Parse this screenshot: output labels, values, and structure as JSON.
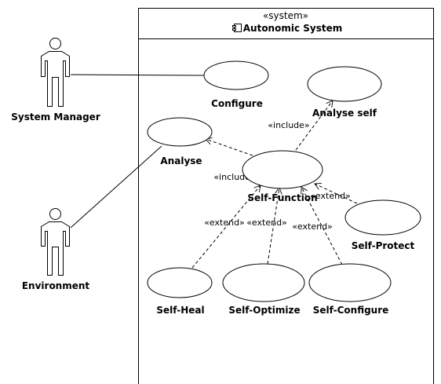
{
  "system": {
    "stereotype": "«system»",
    "title": "Autonomic System",
    "icon": "component-icon"
  },
  "actors": {
    "system_manager": "System Manager",
    "environment": "Environment"
  },
  "use_cases": {
    "configure": "Configure",
    "analyse_self": "Analyse self",
    "analyse": "Analyse",
    "self_function": "Self-Function",
    "self_protect": "Self-Protect",
    "self_heal": "Self-Heal",
    "self_optimize": "Self-Optimize",
    "self_configure": "Self-Configure"
  },
  "relations": {
    "include_analyse_self": "«include»",
    "include_analyse": "«include»",
    "extend_protect": "«extend»",
    "extend_heal": "«extend»",
    "extend_optimize": "«extend»",
    "extend_configure": "«extend»"
  }
}
